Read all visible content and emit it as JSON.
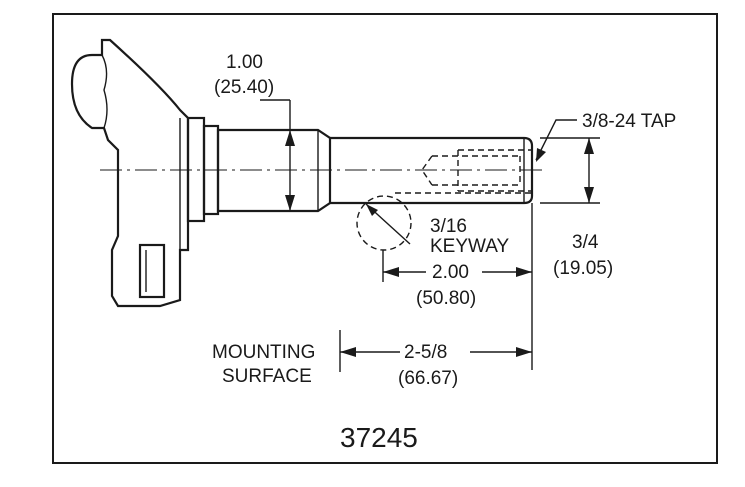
{
  "dimensions": {
    "shaft_diameter": {
      "inch": "1.00",
      "mm": "(25.40)"
    },
    "tap": {
      "label": "3/8-24 TAP"
    },
    "end_diameter": {
      "inch": "3/4",
      "mm": "(19.05)"
    },
    "keyway": {
      "size": "3/16",
      "label": "KEYWAY"
    },
    "keyway_length": {
      "inch": "2.00",
      "mm": "(50.80)"
    },
    "shaft_length": {
      "inch": "2-5/8",
      "mm": "(66.67)"
    }
  },
  "reference": {
    "line1": "MOUNTING",
    "line2": "SURFACE"
  },
  "part_number": "37245"
}
